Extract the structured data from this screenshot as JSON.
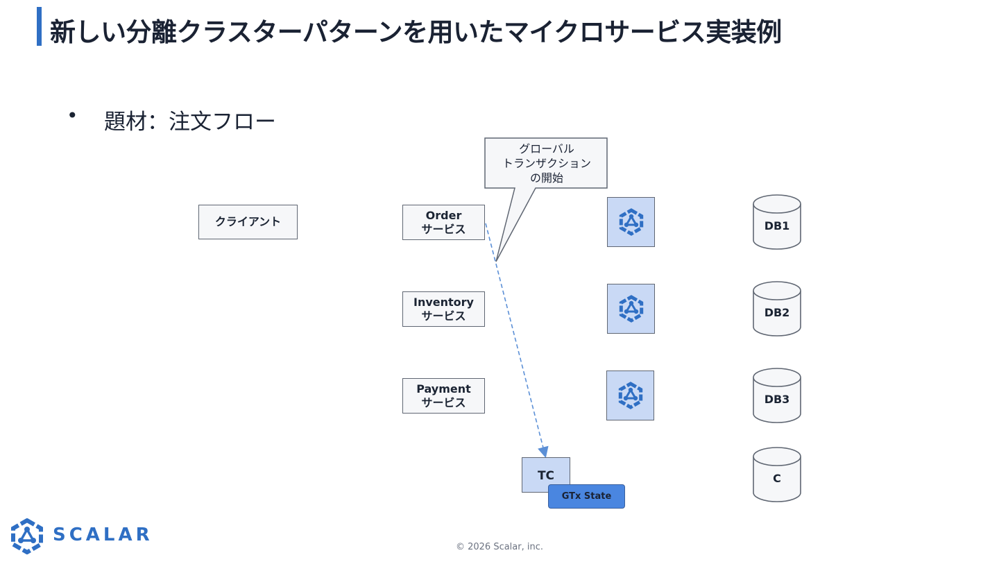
{
  "slide": {
    "title": "新しい分離クラスターパターンを用いたマイクロサービス実装例",
    "bullet": "題材：注文フロー",
    "accent_color": "#2f6fc4"
  },
  "diagram": {
    "client": "クライアント",
    "services": [
      {
        "line1": "Order",
        "line2": "サービス"
      },
      {
        "line1": "Inventory",
        "line2": "サービス"
      },
      {
        "line1": "Payment",
        "line2": "サービス"
      }
    ],
    "node_icon": "scalar-cluster-icon",
    "databases": [
      "DB1",
      "DB2",
      "DB3",
      "C"
    ],
    "tc": "TC",
    "gtx_state": "GTx State",
    "callout": {
      "line1": "グローバル",
      "line2": "トランザクション",
      "line3": "の開始"
    }
  },
  "brand": {
    "logo_text": "SCALAR",
    "logo_icon": "scalar-logo-icon"
  },
  "footer": "© 2026 Scalar, inc."
}
